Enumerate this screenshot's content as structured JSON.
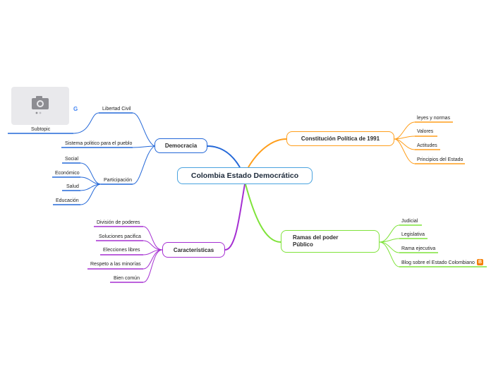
{
  "central": {
    "title": "Colombia Estado Democrátic​o"
  },
  "branches": {
    "democracia": {
      "label": "Democracia",
      "color": "#2468d8",
      "libertad": "Libertad Civil",
      "subtopic": "Subtopic",
      "sistema": "Sistema politico para el pueblo",
      "participacion": "Participación",
      "participacion_items": [
        "Social",
        "Económico",
        "Salud",
        "Educación"
      ]
    },
    "constitucion": {
      "label": "Constitución Política de 1991",
      "color": "#ff9e1b",
      "items": [
        "leyes y normas",
        "Valores",
        "Actitudes",
        "Principios del Estado"
      ]
    },
    "caracteristicas": {
      "label": "Características",
      "color": "#a52fd2",
      "items": [
        "División de poderes",
        "Soluciones pacifica",
        "Elecciones libres",
        "Respeto a las minorías",
        "Bien común"
      ]
    },
    "ramas": {
      "label_line1": "Ramas del poder",
      "label_line2": "Público",
      "color": "#7fe33a",
      "items": [
        "Judicial",
        "Legislativa",
        "Rama ejecutiva",
        "Blog sobre el Estado Colombiano"
      ]
    }
  },
  "icons": {
    "image_placeholder": "camera-icon",
    "google": "google-icon",
    "blogger": "blogger-icon"
  }
}
